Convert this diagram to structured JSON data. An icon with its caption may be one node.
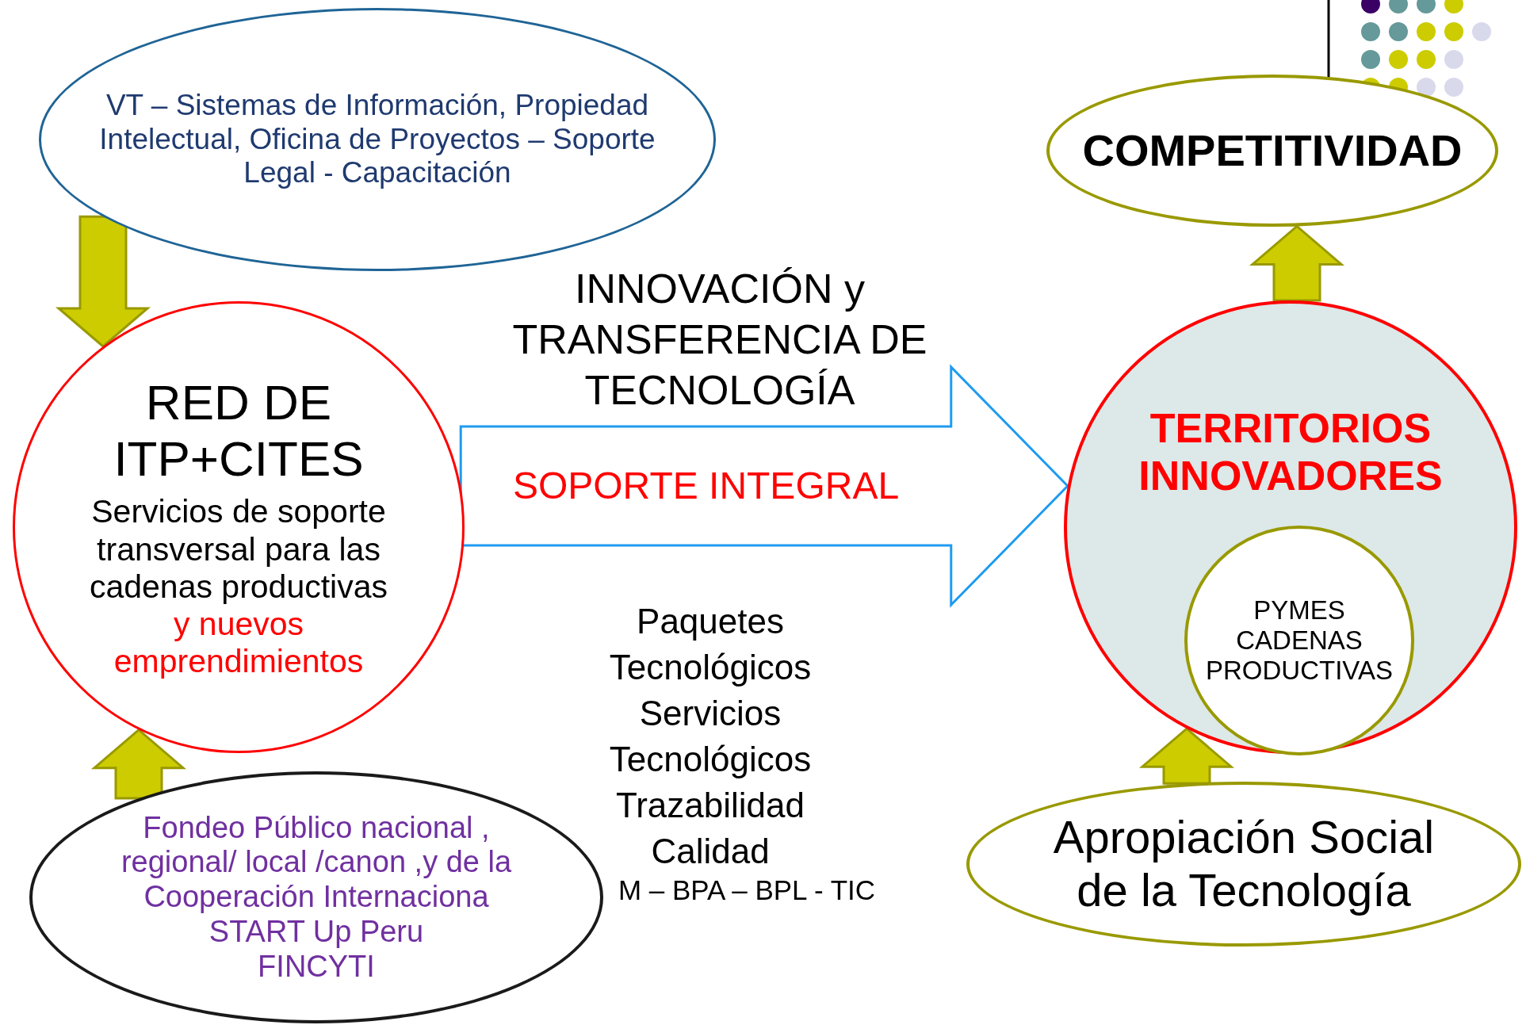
{
  "diagram": {
    "nodes": [
      {
        "text": [
          "VT – Sistemas de Información, Propiedad Intelectual, Oficina de Proyectos – Soporte Legal - Capacitación"
        ]
      },
      {
        "text": [
          "RED DE ITP+CITES",
          "Servicios de soporte transversal para las cadenas productivas",
          "y nuevos emprendimientos"
        ]
      },
      {
        "text": [
          "Fondeo Público nacional , regional/ local /canon ,y de la Cooperación Internaciona",
          "START Up Peru",
          "FINCYTI"
        ]
      },
      {
        "text": [
          "TERRITORIOS INNOVADORES"
        ]
      },
      {
        "text": [
          "PYMES CADENAS PRODUCTIVAS"
        ],
        "in": 3
      },
      {
        "text": [
          "COMPETITIVIDAD"
        ]
      },
      {
        "text": [
          "Apropiación Social de la Tecnología"
        ]
      }
    ],
    "edges": [
      {
        "from": 0,
        "to": 1,
        "arrow": "to"
      },
      {
        "from": 2,
        "to": 1,
        "arrow": "to"
      },
      {
        "from": 1,
        "to": 3,
        "arrow": "to",
        "label": "SOPORTE INTEGRAL",
        "color": "#1e9bf0"
      },
      {
        "from": 3,
        "to": 5,
        "arrow": "to"
      },
      {
        "from": 6,
        "to": 3,
        "arrow": "to"
      }
    ],
    "labels": [
      "INNOVACIÓN y TRANSFERENCIA DE TECNOLOGÍA",
      "Paquetes Tecnológicos",
      "Servicios Tecnológicos",
      "Trazabilidad",
      "Calidad",
      "M – BPA – BPL - TIC"
    ]
  }
}
